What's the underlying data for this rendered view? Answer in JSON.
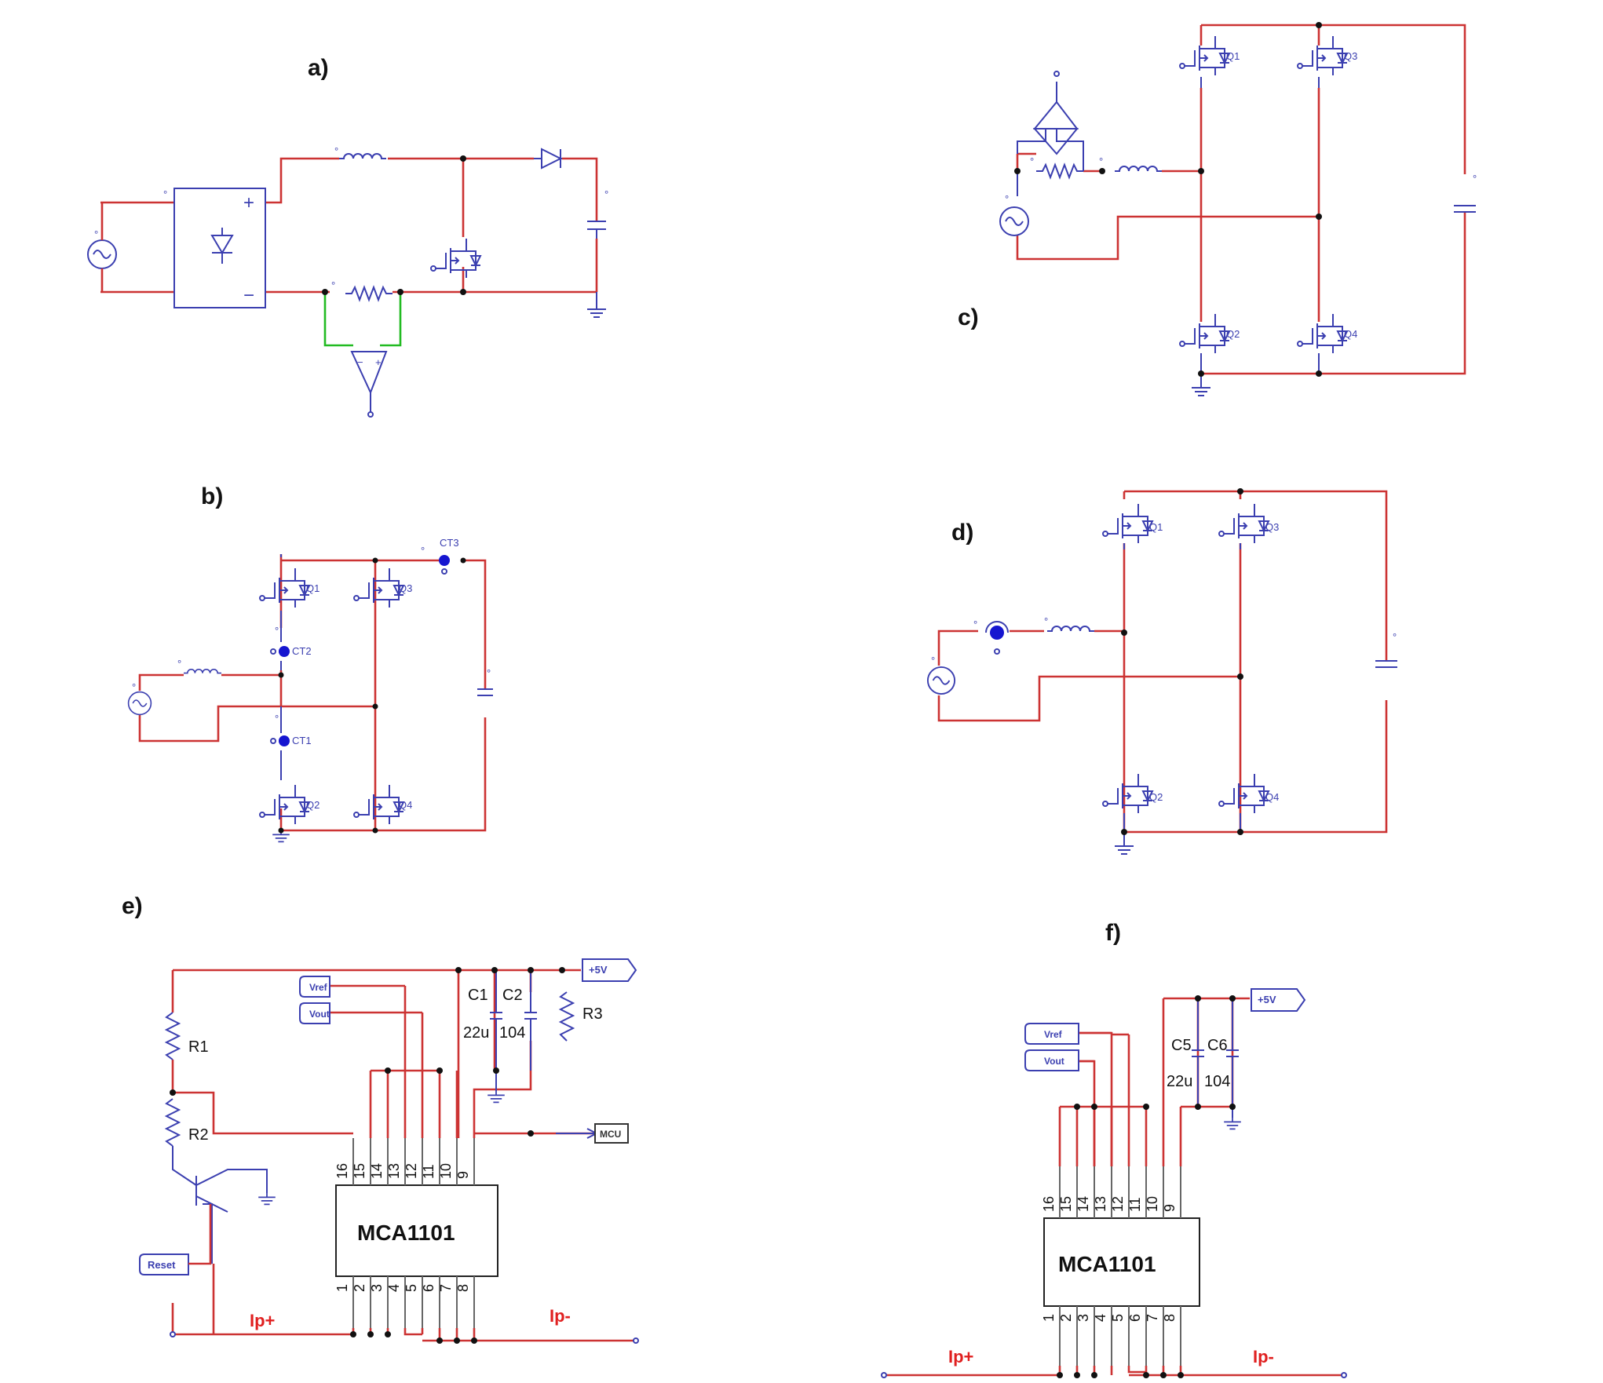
{
  "panels": {
    "a": "a)",
    "b": "b)",
    "c": "c)",
    "d": "d)",
    "e": "e)",
    "f": "f)"
  },
  "switch_labels": {
    "q1": "Q1",
    "q2": "Q2",
    "q3": "Q3",
    "q4": "Q4"
  },
  "current_transformers": {
    "ct1": "CT1",
    "ct2": "CT2",
    "ct3": "CT3"
  },
  "sensor_e": {
    "chip": "MCA1101",
    "r1": "R1",
    "r2": "R2",
    "r3": "R3",
    "c1": "C1",
    "c2": "C2",
    "c1_value": "22u",
    "c2_value": "104",
    "vref": "Vref",
    "vout": "Vout",
    "supply": "+5V",
    "mcu": "MCU",
    "reset": "Reset",
    "ip_plus": "Ip+",
    "ip_minus": "Ip-",
    "pins_top": [
      "16",
      "15",
      "14",
      "13",
      "12",
      "11",
      "10",
      "9"
    ],
    "pins_bottom": [
      "1",
      "2",
      "3",
      "4",
      "5",
      "6",
      "7",
      "8"
    ]
  },
  "sensor_f": {
    "chip": "MCA1101",
    "c5": "C5",
    "c6": "C6",
    "c5_value": "22u",
    "c6_value": "104",
    "vref": "Vref",
    "vout": "Vout",
    "supply": "+5V",
    "ip_plus": "Ip+",
    "ip_minus": "Ip-",
    "pins_top": [
      "16",
      "15",
      "14",
      "13",
      "12",
      "11",
      "10",
      "9"
    ],
    "pins_bottom": [
      "1",
      "2",
      "3",
      "4",
      "5",
      "6",
      "7",
      "8"
    ]
  },
  "colors": {
    "wire": "#cc3333",
    "component": "#3b3fb0",
    "sense_wire": "#22bb22",
    "ip_text": "#e02020"
  }
}
